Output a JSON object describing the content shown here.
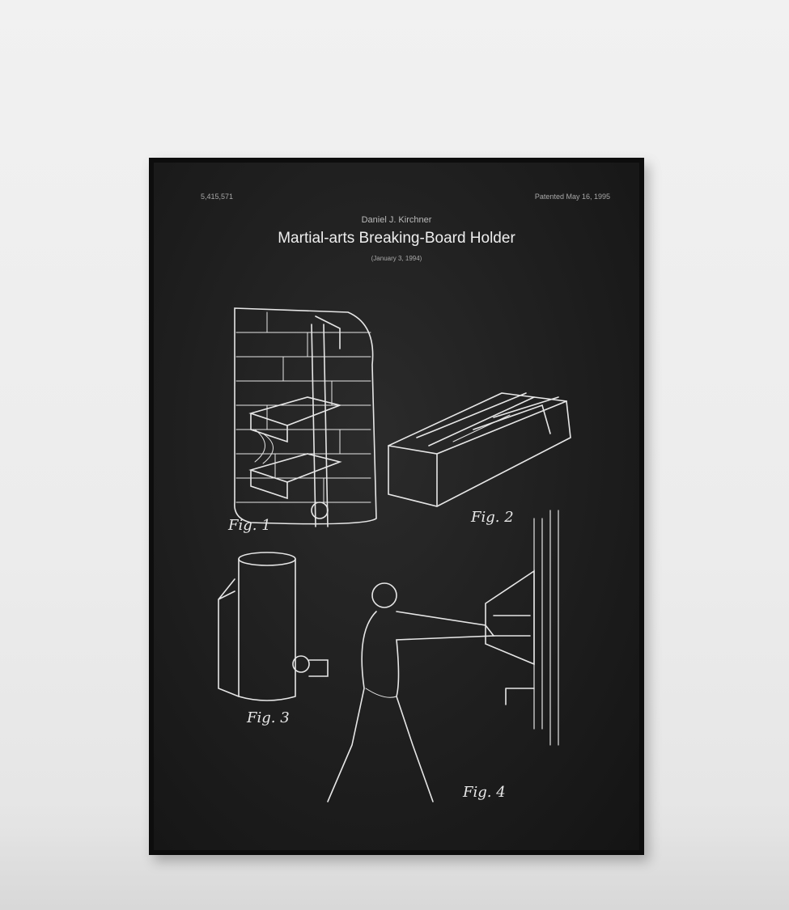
{
  "poster": {
    "patent_number": "5,415,571",
    "patent_date": "Patented May 16, 1995",
    "inventor": "Daniel J. Kirchner",
    "title": "Martial-arts Breaking-Board Holder",
    "filed": "(January 3, 1994)",
    "figures": [
      "Fig. 1",
      "Fig. 2",
      "Fig. 3",
      "Fig. 4"
    ]
  },
  "colors": {
    "wall": "#ececec",
    "chalkboard": "#1e1e1e",
    "frame": "#0d0d0d",
    "chalk": "#e8e8e8"
  }
}
